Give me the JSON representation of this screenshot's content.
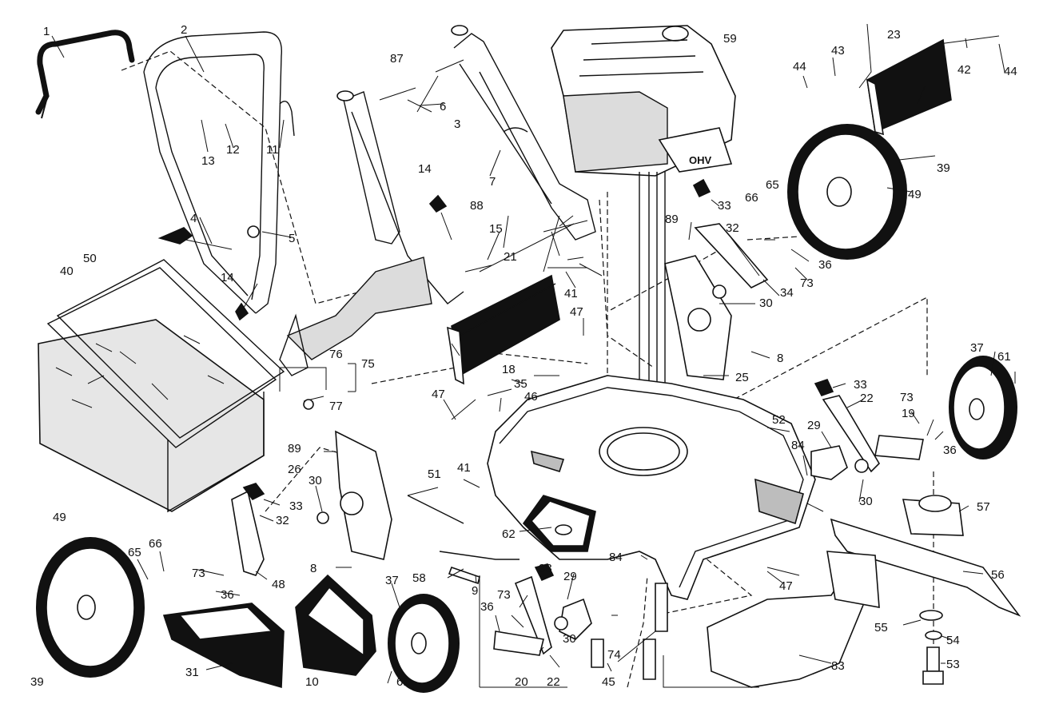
{
  "engine_marking": "OHV",
  "callouts": [
    "1",
    "2",
    "3",
    "4",
    "5",
    "6",
    "7",
    "8",
    "8",
    "8",
    "9",
    "10",
    "11",
    "12",
    "13",
    "14",
    "14",
    "15",
    "18",
    "19",
    "20",
    "21",
    "22",
    "22",
    "23",
    "25",
    "26",
    "29",
    "29",
    "30",
    "30",
    "30",
    "30",
    "31",
    "32",
    "32",
    "33",
    "33",
    "33",
    "33",
    "34",
    "35",
    "36",
    "36",
    "36",
    "36",
    "37",
    "37",
    "39",
    "39",
    "40",
    "41",
    "41",
    "42",
    "43",
    "44",
    "44",
    "45",
    "46",
    "47",
    "47",
    "47",
    "48",
    "49",
    "49",
    "50",
    "51",
    "52",
    "53",
    "54",
    "55",
    "56",
    "57",
    "58",
    "59",
    "61",
    "61",
    "62",
    "65",
    "65",
    "66",
    "66",
    "73",
    "73",
    "73",
    "73",
    "74",
    "75",
    "76",
    "77",
    "83",
    "84",
    "84",
    "87",
    "88",
    "89",
    "89"
  ]
}
